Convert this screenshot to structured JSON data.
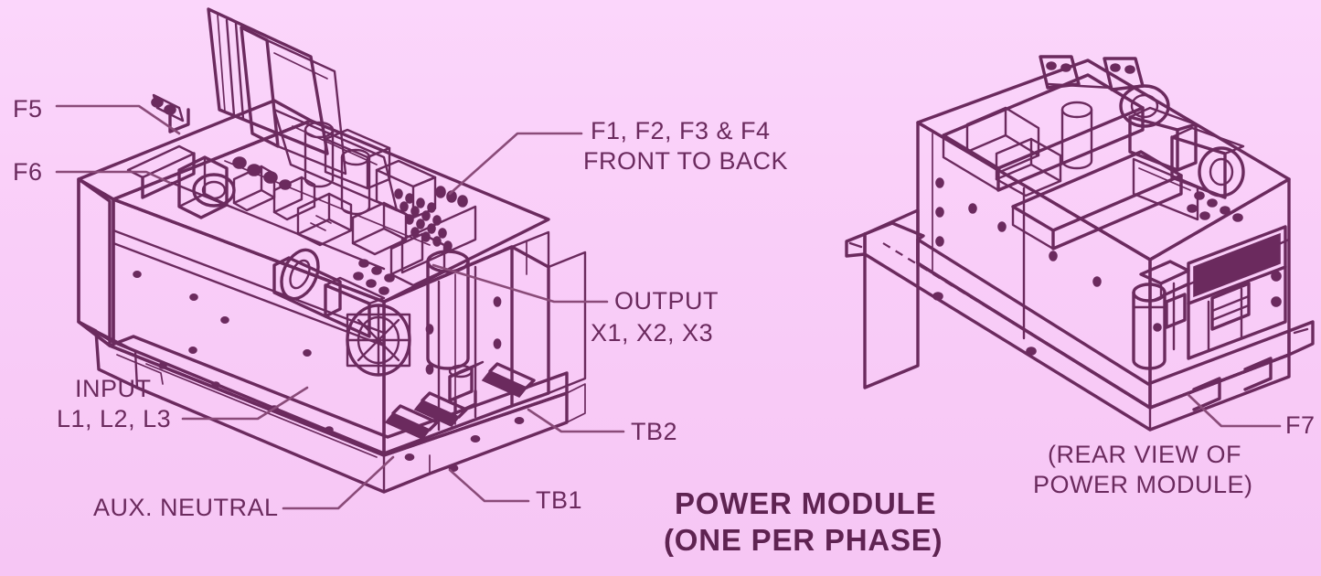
{
  "figure": {
    "kind": "technical-isometric-line-drawing",
    "background_color": "#f9cdf7",
    "line_color": "#6b2a5e",
    "title_line1": "POWER MODULE",
    "title_line2": "(ONE PER PHASE)"
  },
  "callouts": {
    "f5": "F5",
    "f6": "F6",
    "f1_f4_line1": "F1, F2, F3 & F4",
    "f1_f4_line2": "FRONT TO BACK",
    "output_line1": "OUTPUT",
    "output_line2": "X1, X2, X3",
    "input_line1": "INPUT",
    "input_line2": "L1, L2, L3",
    "aux_neutral": "AUX. NEUTRAL",
    "tb1": "TB1",
    "tb2": "TB2",
    "f7": "F7",
    "rear_view_line1": "(REAR VIEW OF",
    "rear_view_line2": "POWER MODULE)"
  }
}
